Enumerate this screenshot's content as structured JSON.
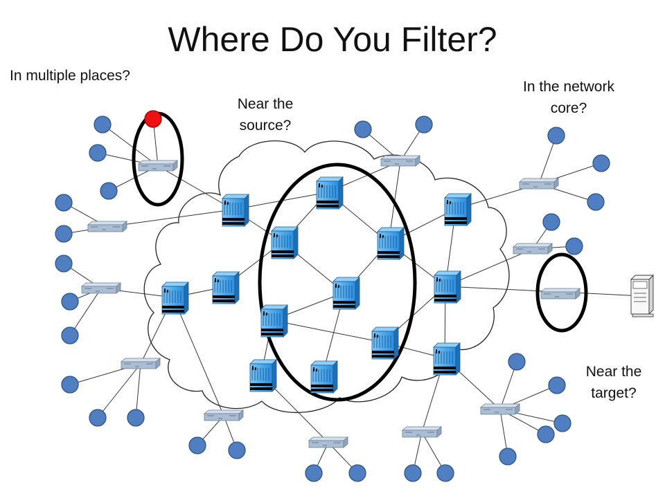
{
  "slide": {
    "title": "Where Do You Filter?"
  },
  "labels": {
    "multiple_places": "In multiple places?",
    "near_source": "Near the\nsource?",
    "network_core": "In the network\ncore?",
    "near_target": "Near the\ntarget?"
  },
  "colors": {
    "host_fill": "#4f7ec1",
    "router_fill": "#3ea3ee",
    "switch_fill": "#aabdd3",
    "attacker_fill": "#ee1111",
    "ellipse_stroke": "#000000",
    "cloud_stroke": "#222222"
  },
  "icons": {
    "host": "circle-host-icon",
    "attacker": "red-circle-attacker-icon",
    "router": "router-icon",
    "switch": "switch-icon",
    "server": "server-icon"
  }
}
